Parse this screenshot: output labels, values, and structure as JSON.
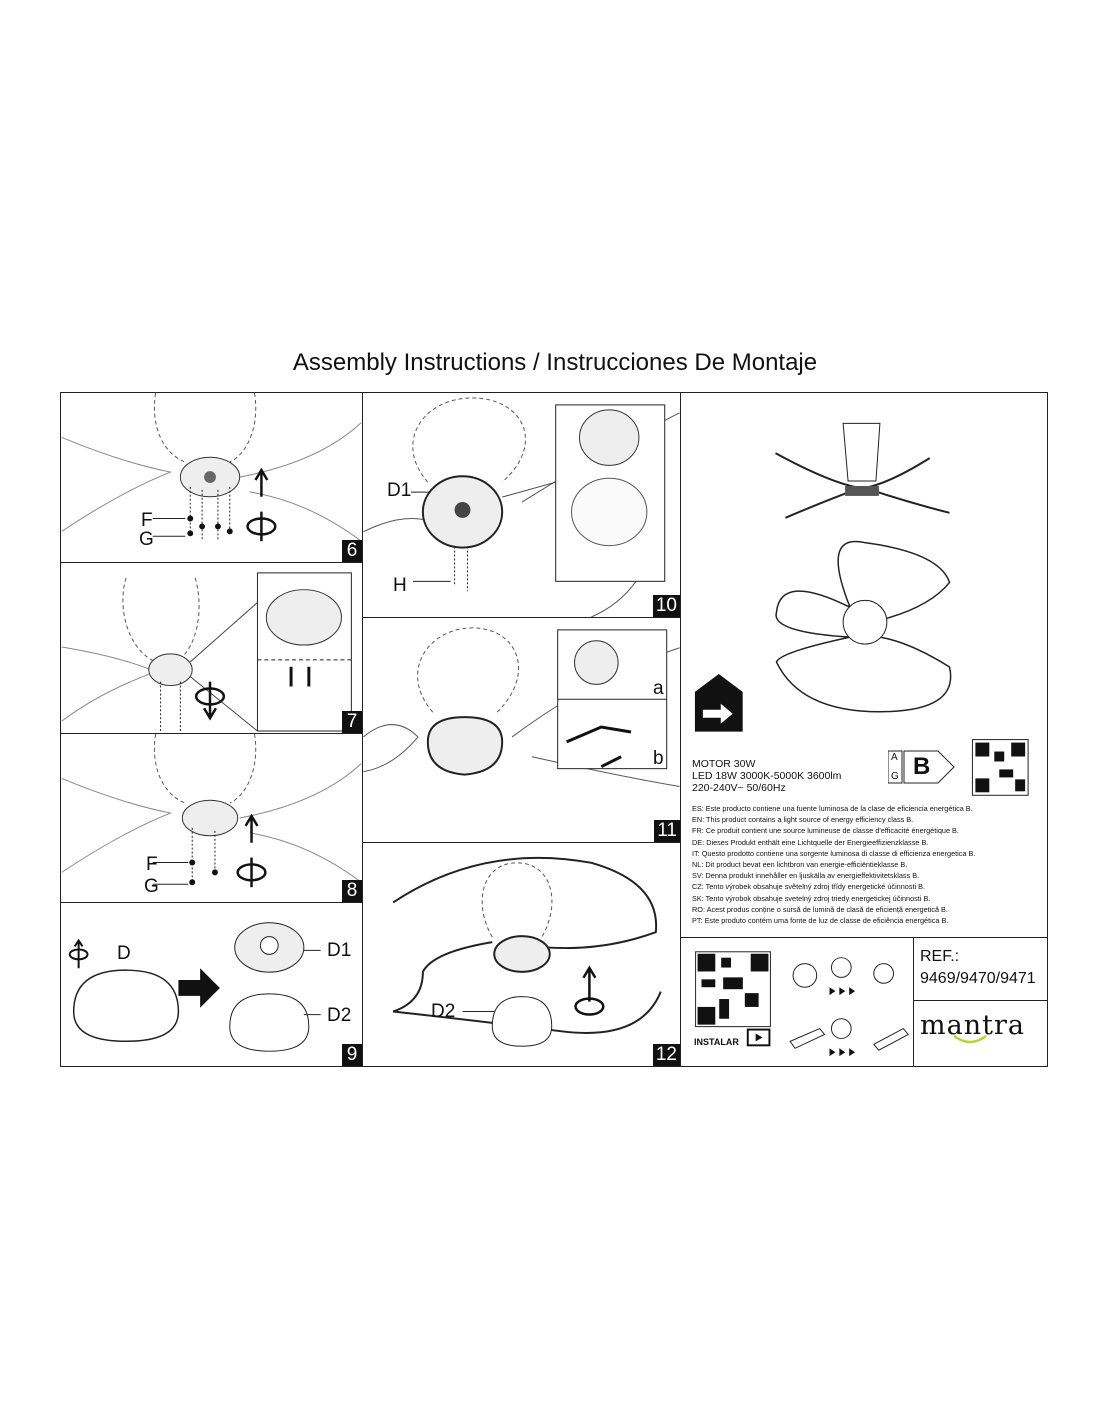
{
  "title": "Assembly Instructions / Instrucciones De Montaje",
  "steps": [
    {
      "number": "6",
      "labels": [
        "F",
        "G"
      ]
    },
    {
      "number": "7"
    },
    {
      "number": "8",
      "labels": [
        "F",
        "G"
      ]
    },
    {
      "number": "9",
      "labels": [
        "D",
        "D1",
        "D2"
      ]
    },
    {
      "number": "10",
      "labels": [
        "D1",
        "H"
      ]
    },
    {
      "number": "11",
      "labels": [
        "a",
        "b"
      ]
    },
    {
      "number": "12",
      "labels": [
        "D2"
      ]
    }
  ],
  "specs": {
    "motor": "MOTOR 30W",
    "led": "LED 18W 3000K-5000K 3600lm",
    "power": "220-240V~ 50/60Hz"
  },
  "energy_class": {
    "scale_top": "A",
    "scale_bottom": "G",
    "class": "B"
  },
  "legal": [
    "ES: Este producto contiene una fuente luminosa de la clase de eficiencia energética B.",
    "EN: This product contains a light source of energy efficiency class B.",
    "FR: Ce produit contient une source lumineuse de classe d'efficacité énergétique B.",
    "DE: Dieses Produkt enthält eine Lichtquelle der Energieeffizienzklasse B.",
    "IT: Questo prodotto contiene una sorgente luminosa di classe di efficienza energetica B.",
    "NL: Dit product bevat een lichtbron van energie-efficiëntieklasse B.",
    "SV: Denna produkt innehåller en ljuskälla av energieffektivitetsklass B.",
    "CZ: Tento výrobek obsahuje světelný zdroj třídy energetické účinnosti B.",
    "SK: Tento výrobok obsahuje svetelný zdroj triedy energetickej účinnosti B.",
    "RO: Acest produs conține o sursă de lumină de clasă de eficiență energetică B.",
    "PT: Este produto contém uma fonte de luz de classe de eficiência energética B."
  ],
  "instalar_label": "INSTALAR",
  "ref_label": "REF.:",
  "ref_value": "9469/9470/9471",
  "brand": "mantra",
  "colors": {
    "brand_accent": "#b5d334",
    "ink": "#111111"
  }
}
